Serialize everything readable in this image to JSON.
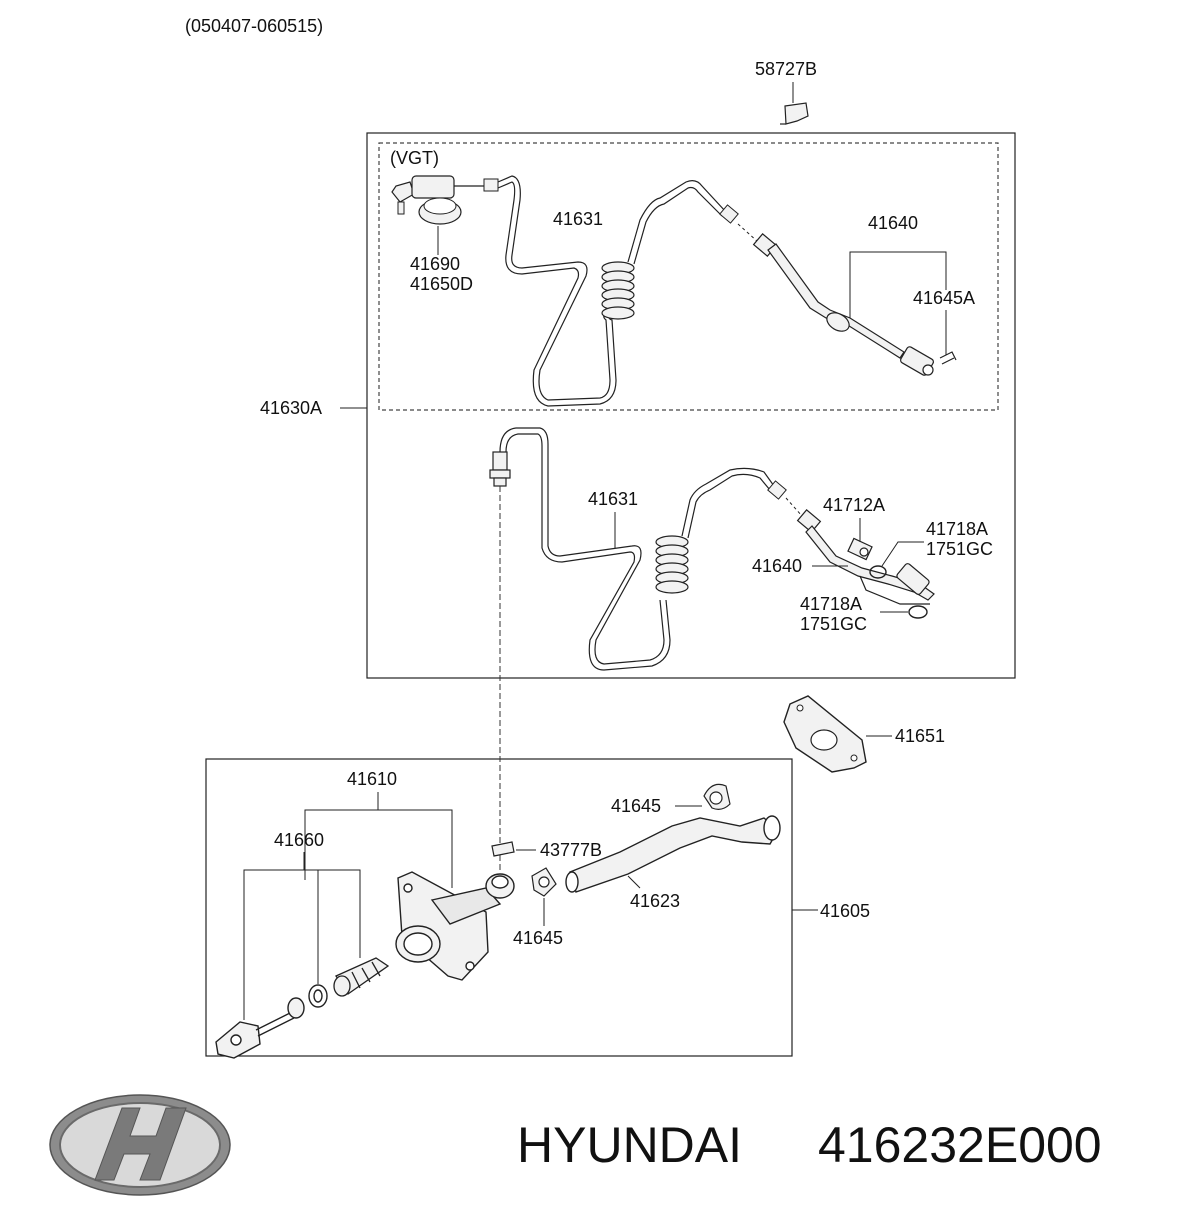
{
  "header": {
    "date_range": "(050407-060515)"
  },
  "labels": {
    "p58727B": "58727B",
    "vgt": "(VGT)",
    "p41631_top": "41631",
    "p41640_top": "41640",
    "p41645A": "41645A",
    "p41690": "41690",
    "p41650D": "41650D",
    "p41630A": "41630A",
    "p41631_mid": "41631",
    "p41712A": "41712A",
    "p41718A_1": "41718A",
    "p1751GC_1": "1751GC",
    "p41640_mid": "41640",
    "p41718A_2": "41718A",
    "p1751GC_2": "1751GC",
    "p41651": "41651",
    "p41610": "41610",
    "p41660": "41660",
    "p41645_top": "41645",
    "p43777B": "43777B",
    "p41623": "41623",
    "p41645_bot": "41645",
    "p41605": "41605"
  },
  "footer": {
    "brand": "HYUNDAI",
    "part_number": "416232E000"
  },
  "colors": {
    "line": "#222222",
    "part_fill": "#f2f2f2"
  },
  "icons": {
    "logo": "hyundai-logo-icon"
  }
}
